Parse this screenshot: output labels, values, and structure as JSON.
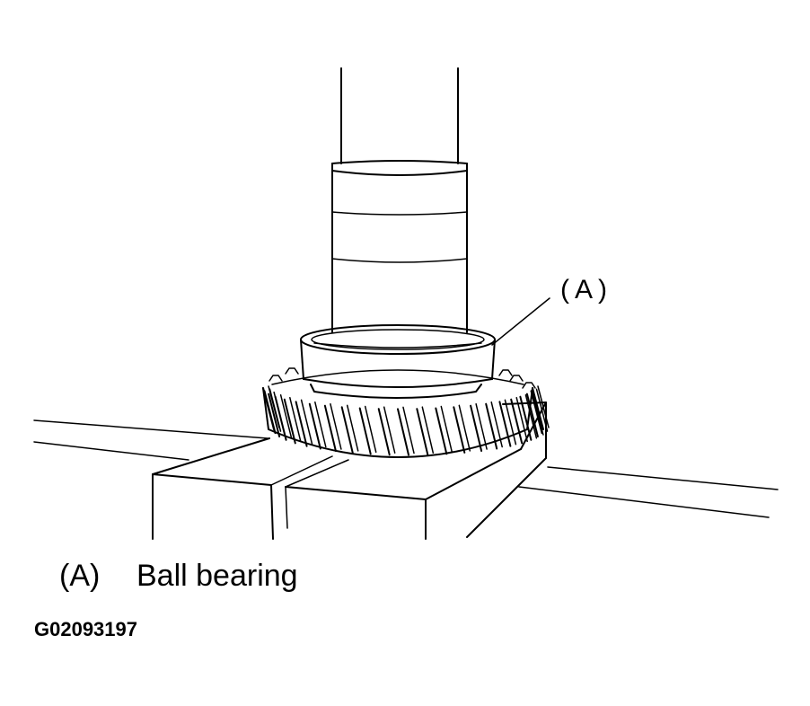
{
  "diagram": {
    "callout_label": "(A)",
    "legend": [
      {
        "key": "(A)",
        "text": "Ball bearing"
      }
    ],
    "figure_id": "G02093197"
  }
}
